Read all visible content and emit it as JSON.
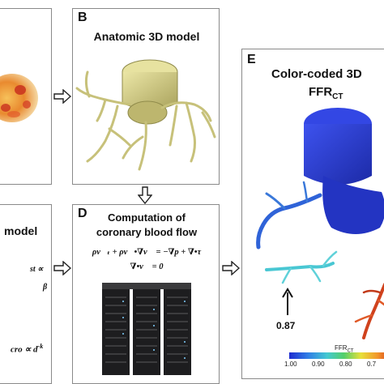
{
  "panel_a": {
    "label": ""
  },
  "panel_b": {
    "letter": "B",
    "title": "Anatomic 3D model"
  },
  "panel_c": {
    "title_fragment": "model",
    "eq1": "st ∝",
    "eq2": "β",
    "eq3": "cro ∝ d",
    "eq3_sup": "-k"
  },
  "panel_d": {
    "letter": "D",
    "title_line1": "Computation of",
    "title_line2": "coronary blood flow",
    "equation1": "ρv⃗ₜ + ρv⃗•∇v⃗ = −∇p + ∇•τ",
    "equation2": "∇•v⃗ = 0"
  },
  "panel_e": {
    "letter": "E",
    "title_line1": "Color-coded 3D",
    "title_line2_main": "FFR",
    "title_line2_sub": "CT",
    "annotation_value": "0.87",
    "colorbar_label_main": "FFR",
    "colorbar_label_sub": "CT",
    "colorbar_ticks": [
      "1.00",
      "0.90",
      "0.80",
      "0.7"
    ]
  },
  "colors": {
    "aorta_blue": "#2b3fd6",
    "vessel_cyan": "#49c7d3",
    "vessel_red": "#d0421d",
    "model_khaki": "#d8d38f",
    "panel_border": "#8a8a8a"
  }
}
